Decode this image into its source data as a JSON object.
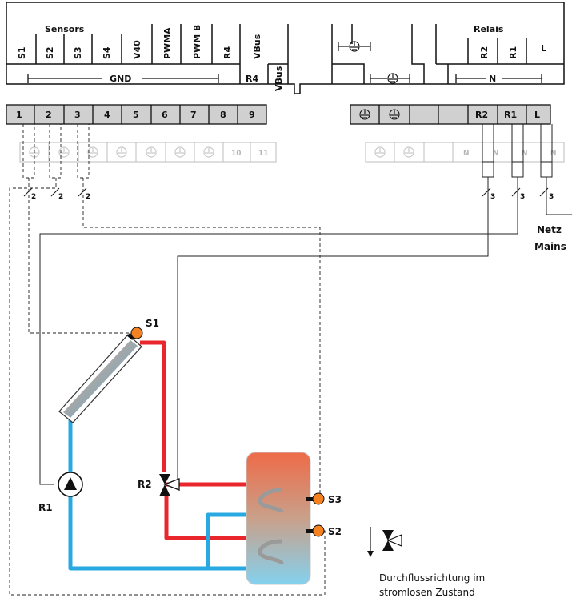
{
  "header": {
    "sensors_title": "Sensors",
    "relais_title": "Relais",
    "sensor_pins": [
      "S1",
      "S2",
      "S3",
      "S4",
      "V40",
      "PWMA",
      "PWM B",
      "R4",
      "VBus"
    ],
    "relay_pins": [
      "R2",
      "R1",
      "L"
    ],
    "gnd_label": "GND",
    "n_label": "N",
    "r4_label": "R4",
    "vbus_label": "VBus"
  },
  "terminals": {
    "left": [
      "1",
      "2",
      "3",
      "4",
      "5",
      "6",
      "7",
      "8",
      "9"
    ],
    "right": [
      "R2",
      "R1",
      "L"
    ],
    "ghost_left": [
      "10",
      "11"
    ],
    "ghost_right": [
      "N",
      "N",
      "N",
      "N"
    ]
  },
  "wire_counts": [
    "2",
    "2",
    "2",
    "3",
    "3",
    "3"
  ],
  "mains": {
    "line1": "Netz",
    "line2": "Mains"
  },
  "components": {
    "collector_sensor": "S1",
    "pump": "R1",
    "valve": "R2",
    "tank_sensor_top": "S3",
    "tank_sensor_bottom": "S2"
  },
  "legend": {
    "line1": "Durchflussrichtung im",
    "line2": "stromlosen Zustand"
  },
  "colors": {
    "hot": "#e8262b",
    "cold": "#28a9e1",
    "sensor": "#f58220",
    "terminal_fill": "#d0d0d0",
    "ghost": "#c8c8c8"
  }
}
